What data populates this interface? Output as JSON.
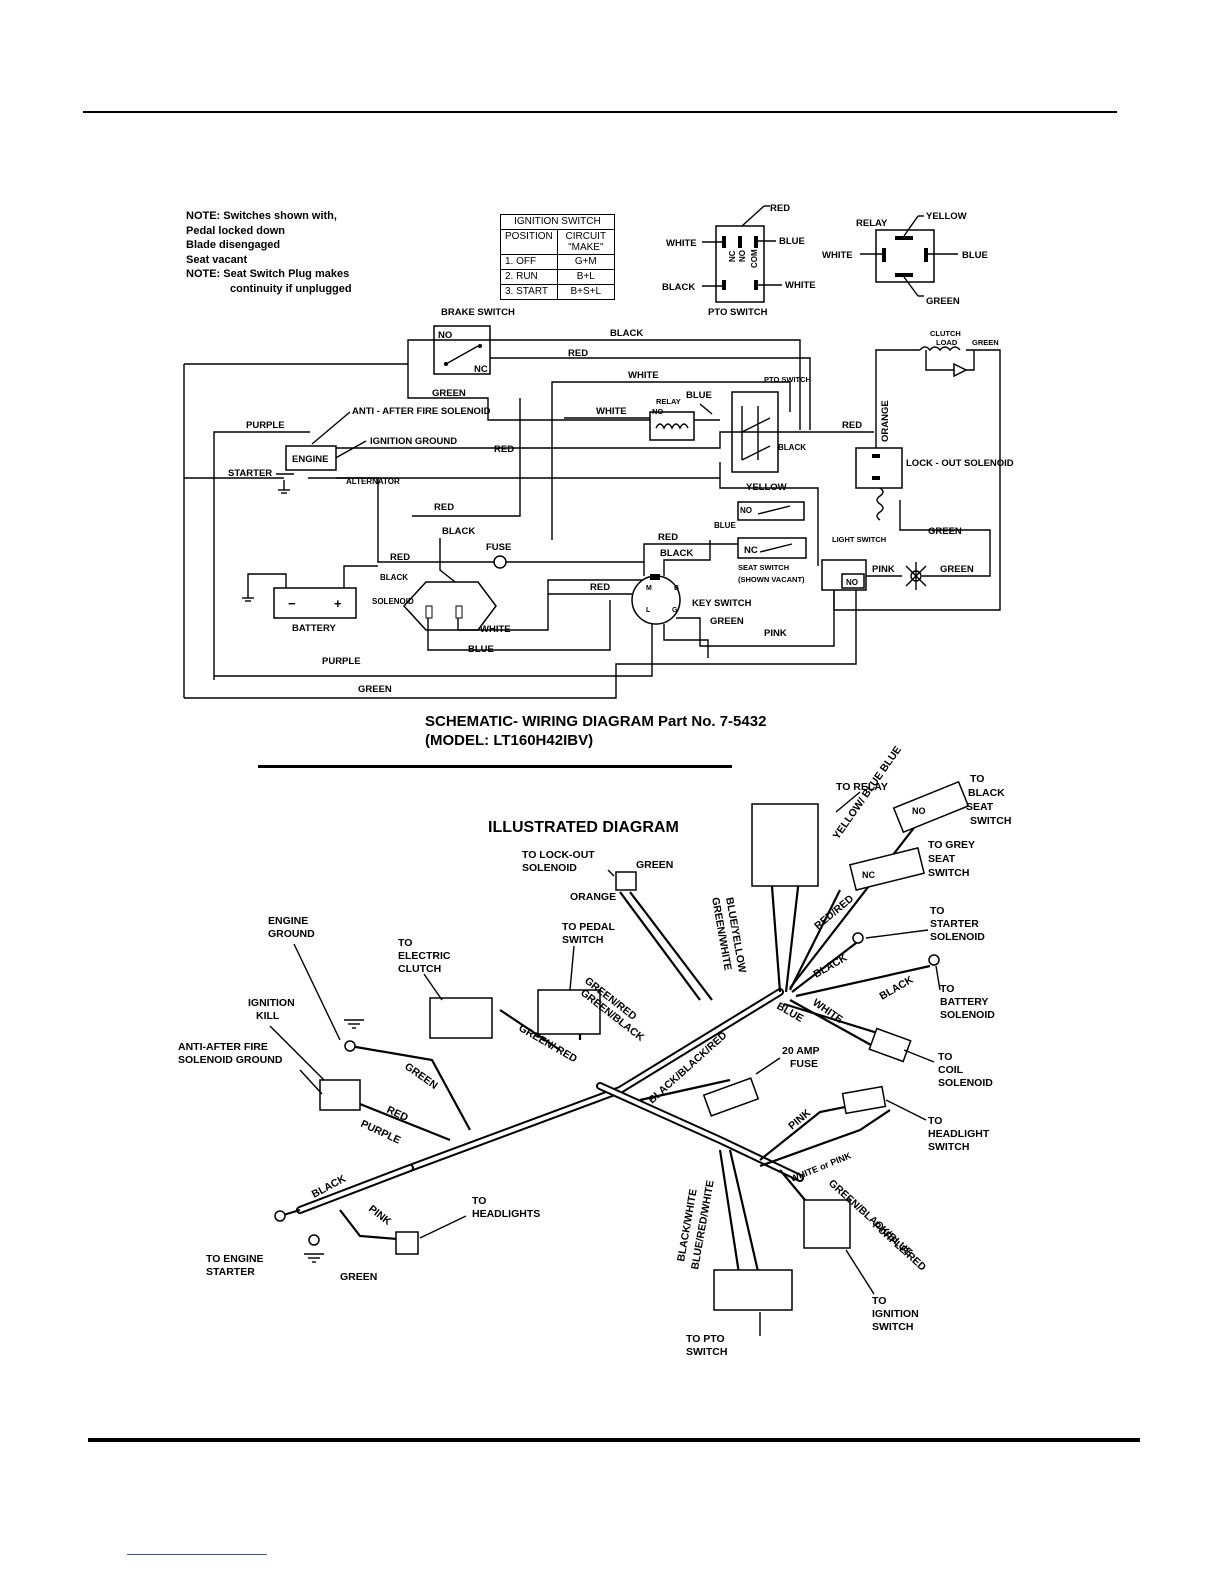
{
  "note": {
    "lines": [
      "NOTE: Switches shown with,",
      "Pedal locked down",
      "Blade disengaged",
      "Seat vacant",
      "NOTE: Seat Switch Plug makes",
      "continuity if unplugged"
    ]
  },
  "ignition_table": {
    "title": "IGNITION SWITCH",
    "col_position": "POSITION",
    "col_circuit": "CIRCUIT \"MAKE\"",
    "rows": [
      {
        "position": "1. OFF",
        "circuit": "G+M"
      },
      {
        "position": "2. RUN",
        "circuit": "B+L"
      },
      {
        "position": "3. START",
        "circuit": "B+S+L"
      }
    ]
  },
  "pto_detail": {
    "red": "RED",
    "white_l": "WHITE",
    "blue": "BLUE",
    "black": "BLACK",
    "white_r": "WHITE",
    "nc": "NC",
    "no": "NO",
    "com": "COM",
    "title": "PTO SWITCH"
  },
  "relay_detail": {
    "relay": "RELAY",
    "yellow": "YELLOW",
    "white": "WHITE",
    "blue": "BLUE",
    "green": "GREEN"
  },
  "schematic": {
    "brake_switch": "BRAKE SWITCH",
    "no": "NO",
    "nc": "NC",
    "black": "BLACK",
    "red": "RED",
    "white": "WHITE",
    "green": "GREEN",
    "purple": "PURPLE",
    "blue": "BLUE",
    "yellow": "YELLOW",
    "pink": "PINK",
    "orange": "ORANGE",
    "anti_after_fire": "ANTI - AFTER FIRE SOLENOID",
    "ignition_ground": "IGNITION GROUND",
    "engine": "ENGINE",
    "starter": "STARTER",
    "alternator": "ALTERNATOR",
    "fuse": "FUSE",
    "battery": "BATTERY",
    "solenoid": "SOLENOID",
    "key_switch": "KEY SWITCH",
    "relay": "RELAY",
    "pto_switch": "PTO SWITCH",
    "seat_switch": "SEAT SWITCH",
    "seat_shown_vacant": "(SHOWN VACANT)",
    "light_switch": "LIGHT SWITCH",
    "clutch": "CLUTCH",
    "load": "LOAD",
    "lock_out_solenoid": "LOCK - OUT SOLENOID"
  },
  "caption": {
    "line1": "SCHEMATIC- WIRING DIAGRAM Part No. 7-5432",
    "line2": "(MODEL: LT160H42IBV)"
  },
  "illustrated": {
    "title": "ILLUSTRATED DIAGRAM",
    "to_relay": "TO RELAY",
    "to_black_seat_switch": "TO BLACK SEAT SWITCH",
    "to_grey_seat_switch": "TO GREY SEAT SWITCH",
    "to_lock_out_solenoid": "TO LOCK-OUT SOLENOID",
    "green": "GREEN",
    "orange": "ORANGE",
    "yellow_blue_blue": "YELLOW/ BLUE BLUE",
    "blue_yellow": "BLUE/YELLOW",
    "green_white": "GREEN/WHITE",
    "red_red": "RED/RED",
    "to_starter_solenoid": "TO STARTER SOLENOID",
    "black": "BLACK",
    "to_battery_solenoid": "TO BATTERY SOLENOID",
    "white": "WHITE",
    "blue": "BLUE",
    "to_coil_solenoid": "TO COIL SOLENOID",
    "engine_ground": "ENGINE GROUND",
    "to_electric_clutch": "TO ELECTRIC CLUTCH",
    "to_pedal_switch": "TO PEDAL SWITCH",
    "green_red": "GREEN/RED",
    "green_black": "GREEN/BLACK",
    "green_red2": "GREEN/ RED",
    "ignition_kill": "IGNITION KILL",
    "anti_after_fire_ground": "ANTI-AFTER FIRE SOLENOID GROUND",
    "red": "RED",
    "purple": "PURPLE",
    "black_black_red": "BLACK/BLACK/RED",
    "amp_fuse": "20 AMP FUSE",
    "pink": "PINK",
    "to_headlight_switch": "TO HEADLIGHT SWITCH",
    "white_or_pink": "WHITE or PINK",
    "to_headlights": "TO HEADLIGHTS",
    "to_engine_starter": "TO ENGINE STARTER",
    "black_white": "BLACK/WHITE",
    "blue_red_white": "BLUE/RED/WHITE",
    "green_black_blue": "GREEN/BLACK/BLUE",
    "purple_red": "PURPLE/RED",
    "to_ignition_switch": "TO IGNITION SWITCH",
    "to_pto_switch": "TO PTO SWITCH"
  }
}
